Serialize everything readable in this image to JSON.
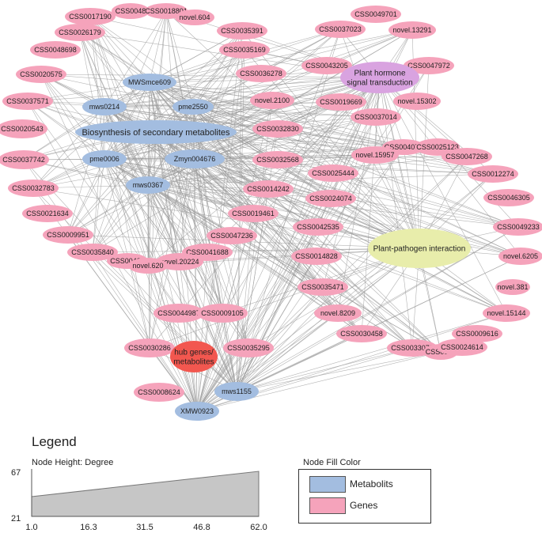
{
  "colors": {
    "metabolite": "#a3bde0",
    "gene": "#f5a3bb",
    "secondary_metabolites": "#a3bde0",
    "hormone": "#d9a3e0",
    "pathogen": "#e8edab",
    "hub": "#f2574f",
    "edge": "#9a9a9a"
  },
  "network": {
    "nodes": [
      {
        "id": "CSS0048",
        "label": "CSS0048",
        "type": "gene"
      },
      {
        "id": "CSS0018801",
        "label": "CSS0018801",
        "type": "gene"
      },
      {
        "id": "CSS0017190",
        "label": "CSS0017190",
        "type": "gene"
      },
      {
        "id": "novel.604",
        "label": "novel.604",
        "type": "gene"
      },
      {
        "id": "CSS0026179",
        "label": "CSS0026179",
        "type": "gene"
      },
      {
        "id": "CSS0035391",
        "label": "CSS0035391",
        "type": "gene"
      },
      {
        "id": "CSS0048698",
        "label": "CSS0048698",
        "type": "gene"
      },
      {
        "id": "CSS0035169",
        "label": "CSS0035169",
        "type": "gene"
      },
      {
        "id": "CSS0020575",
        "label": "CSS0020575",
        "type": "gene"
      },
      {
        "id": "MWSmce609",
        "label": "MWSmce609",
        "type": "metabolite"
      },
      {
        "id": "CSS0036278",
        "label": "CSS0036278",
        "type": "gene"
      },
      {
        "id": "CSS0037571",
        "label": "CSS0037571",
        "type": "gene"
      },
      {
        "id": "mws0214",
        "label": "mws0214",
        "type": "metabolite"
      },
      {
        "id": "pme2550",
        "label": "pme2550",
        "type": "metabolite"
      },
      {
        "id": "novel.2100",
        "label": "novel.2100",
        "type": "gene"
      },
      {
        "id": "CSS0020543",
        "label": "CSS0020543",
        "type": "gene"
      },
      {
        "id": "secondary",
        "label": "Biosynthesis of secondary metabolites",
        "type": "pathway_secondary"
      },
      {
        "id": "CSS0032830",
        "label": "CSS0032830",
        "type": "gene"
      },
      {
        "id": "CSS0037742",
        "label": "CSS0037742",
        "type": "gene"
      },
      {
        "id": "pme0006",
        "label": "pme0006",
        "type": "metabolite"
      },
      {
        "id": "Zmyn004676",
        "label": "Zmyn004676",
        "type": "metabolite"
      },
      {
        "id": "CSS0032568",
        "label": "CSS0032568",
        "type": "gene"
      },
      {
        "id": "CSS0032783",
        "label": "CSS0032783",
        "type": "gene"
      },
      {
        "id": "mws0367",
        "label": "mws0367",
        "type": "metabolite"
      },
      {
        "id": "CSS0014242",
        "label": "CSS0014242",
        "type": "gene"
      },
      {
        "id": "CSS0021634",
        "label": "CSS0021634",
        "type": "gene"
      },
      {
        "id": "CSS0019461",
        "label": "CSS0019461",
        "type": "gene"
      },
      {
        "id": "CSS0009951",
        "label": "CSS0009951",
        "type": "gene"
      },
      {
        "id": "CSS0047236",
        "label": "CSS0047236",
        "type": "gene"
      },
      {
        "id": "CSS0035840",
        "label": "CSS0035840",
        "type": "gene"
      },
      {
        "id": "CSS0041688",
        "label": "CSS0041688",
        "type": "gene"
      },
      {
        "id": "CSS00488",
        "label": "CSS00488",
        "type": "gene"
      },
      {
        "id": "novel.20224",
        "label": "novel.20224",
        "type": "gene"
      },
      {
        "id": "novel.620",
        "label": "novel.620",
        "type": "gene"
      },
      {
        "id": "CSS0049701",
        "label": "CSS0049701",
        "type": "gene"
      },
      {
        "id": "CSS0037023",
        "label": "CSS0037023",
        "type": "gene"
      },
      {
        "id": "novel.13291",
        "label": "novel.13291",
        "type": "gene"
      },
      {
        "id": "CSS0043205",
        "label": "CSS0043205",
        "type": "gene"
      },
      {
        "id": "CSS0047972",
        "label": "CSS0047972",
        "type": "gene"
      },
      {
        "id": "hormone",
        "label": "Plant hormone signal transduction",
        "type": "pathway_hormone"
      },
      {
        "id": "CSS0019669",
        "label": "CSS0019669",
        "type": "gene"
      },
      {
        "id": "novel.15302",
        "label": "novel.15302",
        "type": "gene"
      },
      {
        "id": "CSS0037014",
        "label": "CSS0037014",
        "type": "gene"
      },
      {
        "id": "CSS0040755",
        "label": "CSS004075",
        "type": "gene"
      },
      {
        "id": "CSS0025123",
        "label": "CSS0025123",
        "type": "gene"
      },
      {
        "id": "novel.15957",
        "label": "novel.15957",
        "type": "gene"
      },
      {
        "id": "CSS0047268",
        "label": "CSS0047268",
        "type": "gene"
      },
      {
        "id": "CSS0025444",
        "label": "CSS0025444",
        "type": "gene"
      },
      {
        "id": "CSS0012274",
        "label": "CSS0012274",
        "type": "gene"
      },
      {
        "id": "CSS0024074",
        "label": "CSS0024074",
        "type": "gene"
      },
      {
        "id": "CSS0046305",
        "label": "CSS0046305",
        "type": "gene"
      },
      {
        "id": "CSS0042535",
        "label": "CSS0042535",
        "type": "gene"
      },
      {
        "id": "CSS0049233",
        "label": "CSS0049233",
        "type": "gene"
      },
      {
        "id": "pathogen",
        "label": "Plant-pathogen interaction",
        "type": "pathway_pathogen"
      },
      {
        "id": "CSS0014828",
        "label": "CSS0014828",
        "type": "gene"
      },
      {
        "id": "novel.6205",
        "label": "novel.6205",
        "type": "gene"
      },
      {
        "id": "CSS0035471",
        "label": "CSS0035471",
        "type": "gene"
      },
      {
        "id": "novel.381",
        "label": "novel.381",
        "type": "gene"
      },
      {
        "id": "novel.8209",
        "label": "novel.8209",
        "type": "gene"
      },
      {
        "id": "novel.15144",
        "label": "novel.15144",
        "type": "gene"
      },
      {
        "id": "CSS0044987",
        "label": "CSS0044987",
        "type": "gene"
      },
      {
        "id": "CSS0009105",
        "label": "CSS0009105",
        "type": "gene"
      },
      {
        "id": "CSS0030458",
        "label": "CSS0030458",
        "type": "gene"
      },
      {
        "id": "CSS0009616",
        "label": "CSS0009616",
        "type": "gene"
      },
      {
        "id": "CSS0033073",
        "label": "CSS0033073",
        "type": "gene"
      },
      {
        "id": "CSS0031",
        "label": "CSS0031",
        "type": "gene"
      },
      {
        "id": "CSS0024614",
        "label": "CSS0024614",
        "type": "gene"
      },
      {
        "id": "CSS0030286",
        "label": "CSS0030286",
        "type": "gene"
      },
      {
        "id": "hub",
        "label": "hub genes/ metabolites",
        "type": "hub"
      },
      {
        "id": "CSS0035295",
        "label": "CSS0035295",
        "type": "gene"
      },
      {
        "id": "CSS0008624",
        "label": "CSS0008624",
        "type": "gene"
      },
      {
        "id": "mws1155",
        "label": "mws1155",
        "type": "metabolite"
      },
      {
        "id": "XMW0923",
        "label": "XMW0923",
        "type": "metabolite"
      }
    ]
  },
  "legend": {
    "title": "Legend",
    "node_height_label": "Node Height:  Degree",
    "node_fill_label": "Node Fill Color",
    "height_axis": {
      "y_top": "67",
      "y_bottom": "21",
      "x_ticks": [
        "1.0",
        "16.3",
        "31.5",
        "46.8",
        "62.0"
      ]
    },
    "fill_entries": [
      {
        "label": "Metabolits",
        "type": "metabolite"
      },
      {
        "label": "Genes",
        "type": "gene"
      }
    ]
  }
}
